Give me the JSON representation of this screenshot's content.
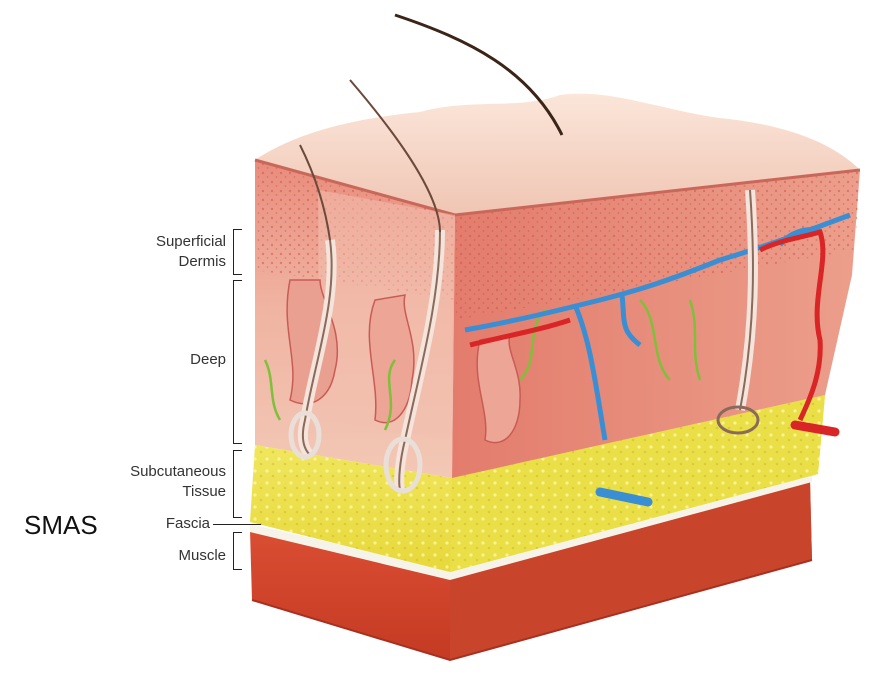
{
  "labels": {
    "superficial_1": "Superficial",
    "superficial_2": "Dermis",
    "deep": "Deep",
    "subcutaneous_1": "Subcutaneous",
    "subcutaneous_2": "Tissue",
    "smas": "SMAS",
    "fascia": "Fascia",
    "muscle": "Muscle"
  },
  "colors": {
    "epidermis": "#f6d3c4",
    "dermis": "#e9a08c",
    "dermis_dark": "#d9695b",
    "fat": "#eee24a",
    "muscle": "#d94b2e",
    "artery": "#d92525",
    "vein": "#3a8fd4",
    "nerve": "#7fbf3a",
    "hair": "#4a3024"
  }
}
